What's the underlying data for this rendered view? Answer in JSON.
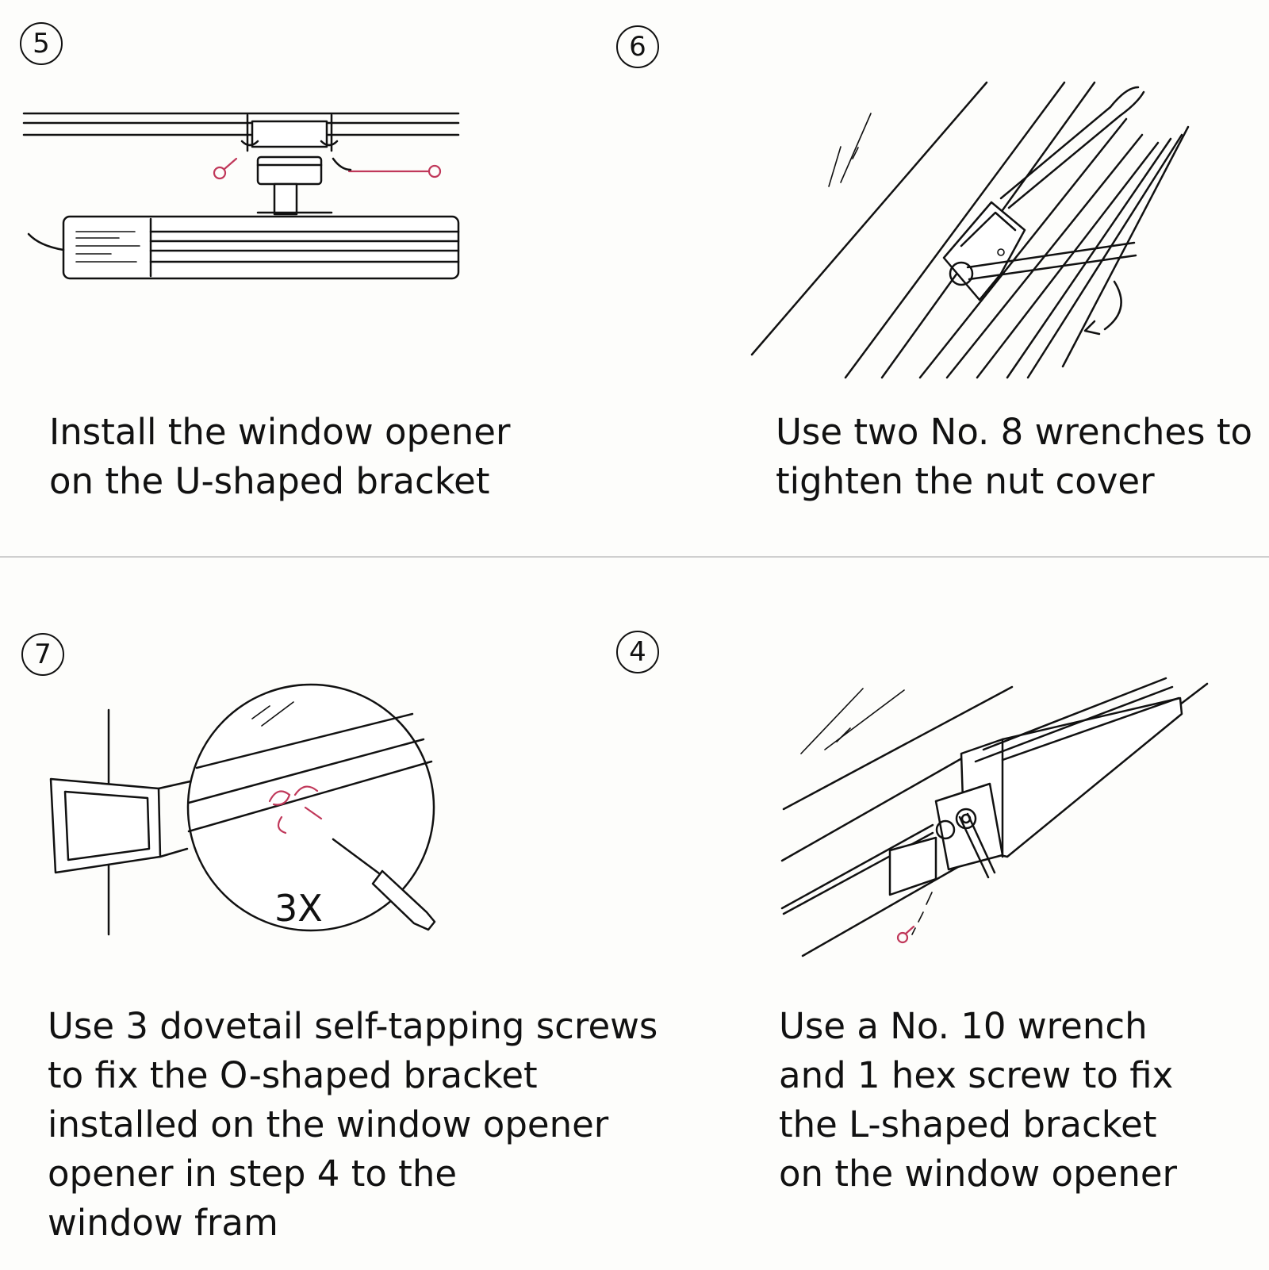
{
  "steps": [
    {
      "number": "5",
      "caption_lines": [
        "Install the window opener",
        "on the U-shaped bracket"
      ]
    },
    {
      "number": "6",
      "caption_lines": [
        "Use two No. 8 wrenches to",
        "tighten the nut cover"
      ]
    },
    {
      "number": "7",
      "caption_lines": [
        "Use 3 dovetail self-tapping screws",
        "to fix the O-shaped bracket",
        "installed on the window opener",
        "opener in step 4 to the",
        "window fram"
      ],
      "illustration_label": "3X"
    },
    {
      "number": "4",
      "caption_lines": [
        "Use a No. 10 wrench",
        "and 1 hex screw to fix",
        "the L-shaped bracket",
        "on the window opener"
      ]
    }
  ],
  "colors": {
    "line": "#111111",
    "accent_red": "#c0385a",
    "divider": "#cfcfcf",
    "background": "#fdfdfb"
  },
  "icons": [
    "step-number-circle",
    "window-opener-illustration",
    "wrench-illustration",
    "screwdriver-illustration",
    "bracket-illustration"
  ]
}
